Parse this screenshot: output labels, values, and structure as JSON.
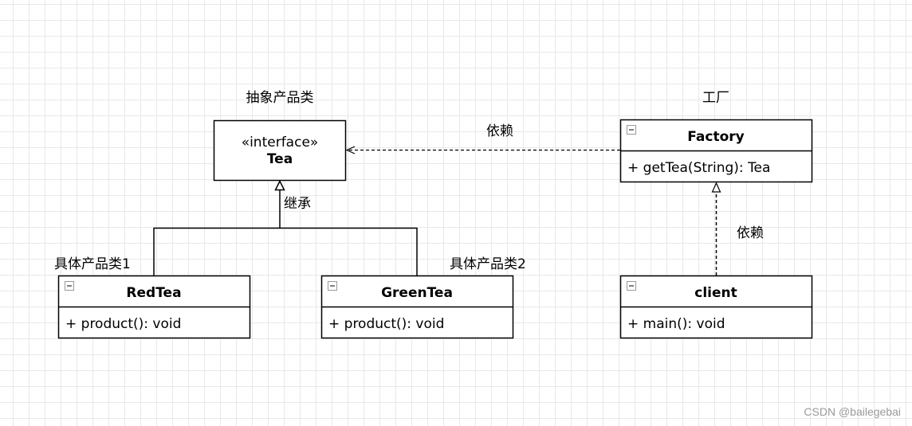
{
  "interface_box": {
    "stereotype": "«interface»",
    "name": "Tea"
  },
  "classes": {
    "factory": {
      "name": "Factory",
      "member": "+ getTea(String): Tea"
    },
    "redtea": {
      "name": "RedTea",
      "member": "+ product(): void"
    },
    "greentea": {
      "name": "GreenTea",
      "member": "+ product(): void"
    },
    "client": {
      "name": "client",
      "member": "+ main(): void"
    }
  },
  "captions": {
    "abstract_product": "抽象产品类",
    "factory": "工厂",
    "dependency_top": "依赖",
    "inheritance": "继承",
    "concrete_product_1": "具体产品类1",
    "concrete_product_2": "具体产品类2",
    "dependency_right": "依赖"
  },
  "watermark": "CSDN @bailegebai",
  "colors": {
    "line": "#000000",
    "box_fill": "#ffffff",
    "grid": "#e8e8e8",
    "collapse_icon": "#999999",
    "watermark": "#9a9a9a"
  },
  "icons": {
    "collapse": "collapse-toggle-icon"
  }
}
